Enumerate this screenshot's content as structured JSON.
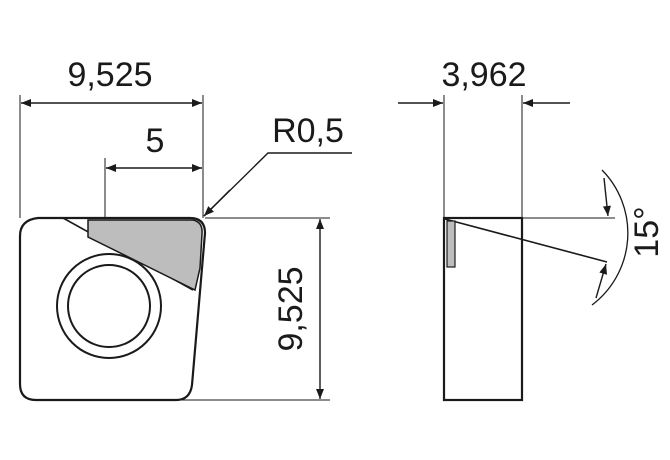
{
  "drawing": {
    "front_view": {
      "width_label": "9,525",
      "edge_land_label": "5",
      "corner_radius_label": "R0,5",
      "height_label": "9,525"
    },
    "side_view": {
      "thickness_label": "3,962",
      "rake_angle_label": "15°"
    }
  }
}
